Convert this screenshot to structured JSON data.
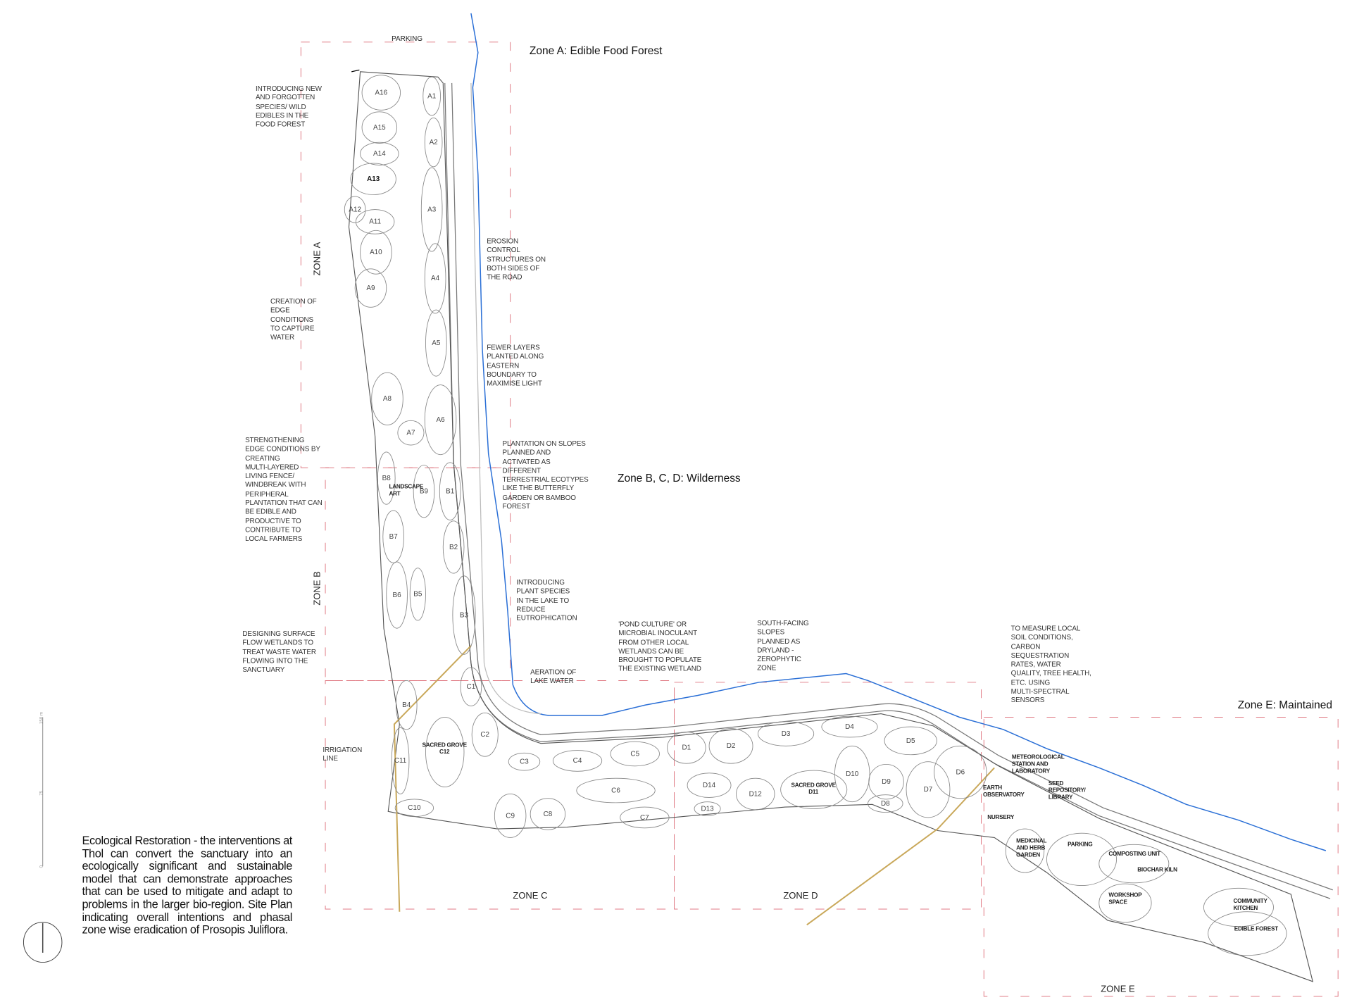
{
  "headings": {
    "zone_a": "Zone A: Edible Food Forest",
    "zone_bcd": "Zone B, C, D: Wilderness",
    "zone_e": "Zone E: Maintained"
  },
  "zone_labels": {
    "a": "ZONE A",
    "b": "ZONE B",
    "c": "ZONE C",
    "d": "ZONE D",
    "e": "ZONE E"
  },
  "parking_top": "PARKING",
  "annotations": {
    "intro": [
      "INTRODUCING NEW",
      "AND FORGOTTEN",
      "SPECIES/ WILD",
      "EDIBLES IN THE",
      "FOOD FOREST"
    ],
    "creation": [
      "CREATION OF",
      "EDGE",
      "CONDITIONS",
      "TO CAPTURE",
      "WATER"
    ],
    "strengthening": [
      "STRENGTHENING",
      "EDGE CONDITIONS BY",
      "CREATING",
      "MULTI-LAYERED",
      "LIVING FENCE/",
      "WINDBREAK WITH",
      "PERIPHERAL",
      "PLANTATION THAT CAN",
      "BE EDIBLE AND",
      "PRODUCTIVE TO",
      "CONTRIBUTE TO",
      "LOCAL FARMERS"
    ],
    "designing": [
      "DESIGNING SURFACE",
      "FLOW WETLANDS TO",
      "TREAT WASTE WATER",
      "FLOWING INTO THE",
      "SANCTUARY"
    ],
    "irrigation": [
      "IRRIGATION",
      "LINE"
    ],
    "erosion": [
      "EROSION",
      "CONTROL",
      "STRUCTURES ON",
      "BOTH SIDES OF",
      "THE ROAD"
    ],
    "fewer": [
      "FEWER LAYERS",
      "PLANTED ALONG",
      "EASTERN",
      "BOUNDARY TO",
      "MAXIMISE LIGHT"
    ],
    "plantation": [
      "PLANTATION ON SLOPES",
      "PLANNED AND",
      "ACTIVATED AS",
      "DIFFERENT",
      "TERRESTRIAL ECOTYPES",
      "LIKE THE BUTTERFLY",
      "GARDEN OR  BAMBOO",
      "FOREST"
    ],
    "introducing_plant": [
      "INTRODUCING",
      "PLANT SPECIES",
      "IN THE LAKE TO",
      "REDUCE",
      "EUTROPHICATION"
    ],
    "aeration": [
      "AERATION OF",
      "LAKE WATER"
    ],
    "pond": [
      "'POND CULTURE' OR",
      "MICROBIAL INOCULANT",
      "FROM OTHER LOCAL",
      "WETLANDS CAN BE",
      "BROUGHT TO POPULATE",
      "THE EXISTING WETLAND"
    ],
    "south": [
      "SOUTH-FACING",
      "SLOPES",
      "PLANNED AS",
      "DRYLAND -",
      "ZEROPHYTIC",
      "ZONE"
    ],
    "measure": [
      "TO MEASURE LOCAL",
      "SOIL CONDITIONS,",
      "CARBON",
      "SEQUESTRATION",
      "RATES, WATER",
      "QUALITY, TREE HEALTH,",
      "ETC. USING",
      "MULTI-SPECTRAL",
      "SENSORS"
    ]
  },
  "plots": {
    "A": [
      "A1",
      "A2",
      "A3",
      "A4",
      "A5",
      "A6",
      "A7",
      "A8",
      "A9",
      "A10",
      "A11",
      "A12",
      "A13",
      "A14",
      "A15",
      "A16"
    ],
    "B": [
      "B1",
      "B2",
      "B3",
      "B4",
      "B5",
      "B6",
      "B7",
      "B8",
      "B9"
    ],
    "C": [
      "C1",
      "C2",
      "C3",
      "C4",
      "C5",
      "C6",
      "C7",
      "C8",
      "C9",
      "C10",
      "C11"
    ],
    "D": [
      "D1",
      "D2",
      "D3",
      "D4",
      "D5",
      "D6",
      "D7",
      "D8",
      "D9",
      "D10",
      "D12",
      "D13",
      "D14"
    ]
  },
  "special_areas": {
    "landscape_art": [
      "LANDSCAPE",
      "ART"
    ],
    "sacred_grove_c12": [
      "SACRED GROVE",
      "C12"
    ],
    "sacred_grove_d11": [
      "SACRED GROVE",
      "D11"
    ],
    "meteorological": [
      "METEOROLOGICAL",
      "STATION AND",
      "LABORATORY"
    ],
    "earth_observatory": [
      "EARTH",
      "OBSERVATORY"
    ],
    "seed_repository": [
      "SEED",
      "REPOSITORY/",
      "LIBRARY"
    ],
    "nursery": [
      "NURSERY"
    ],
    "medicinal": [
      "MEDICINAL",
      "AND HERB",
      "GARDEN"
    ],
    "parking": [
      "PARKING"
    ],
    "composting": [
      "COMPOSTING UNIT"
    ],
    "biochar": [
      "BIOCHAR KILN"
    ],
    "workshop": [
      "WORKSHOP",
      "SPACE"
    ],
    "community_kitchen": [
      "COMMUNITY",
      "KITCHEN"
    ],
    "edible_forest": [
      "EDIBLE FOREST"
    ]
  },
  "description": "Ecological Restoration - the interventions at Thol can convert the sanctuary into an ecologically significant and sustainable model that can demonstrate approaches that can be used to mitigate and adapt to problems in the larger bio-region. Site Plan indicating overall intentions and phasal zone wise eradication of Prosopis Juliflora.",
  "scale_bar": {
    "top": "150 m",
    "mid": "75",
    "bottom": "0"
  },
  "icons": {
    "north_arrow": "north-arrow-icon",
    "scale": "scale-bar-icon"
  },
  "colors": {
    "lake": "#2a6fd6",
    "zone_boundary": "#e07a84",
    "irrigation": "#c9a85a",
    "linework": "#666666"
  }
}
